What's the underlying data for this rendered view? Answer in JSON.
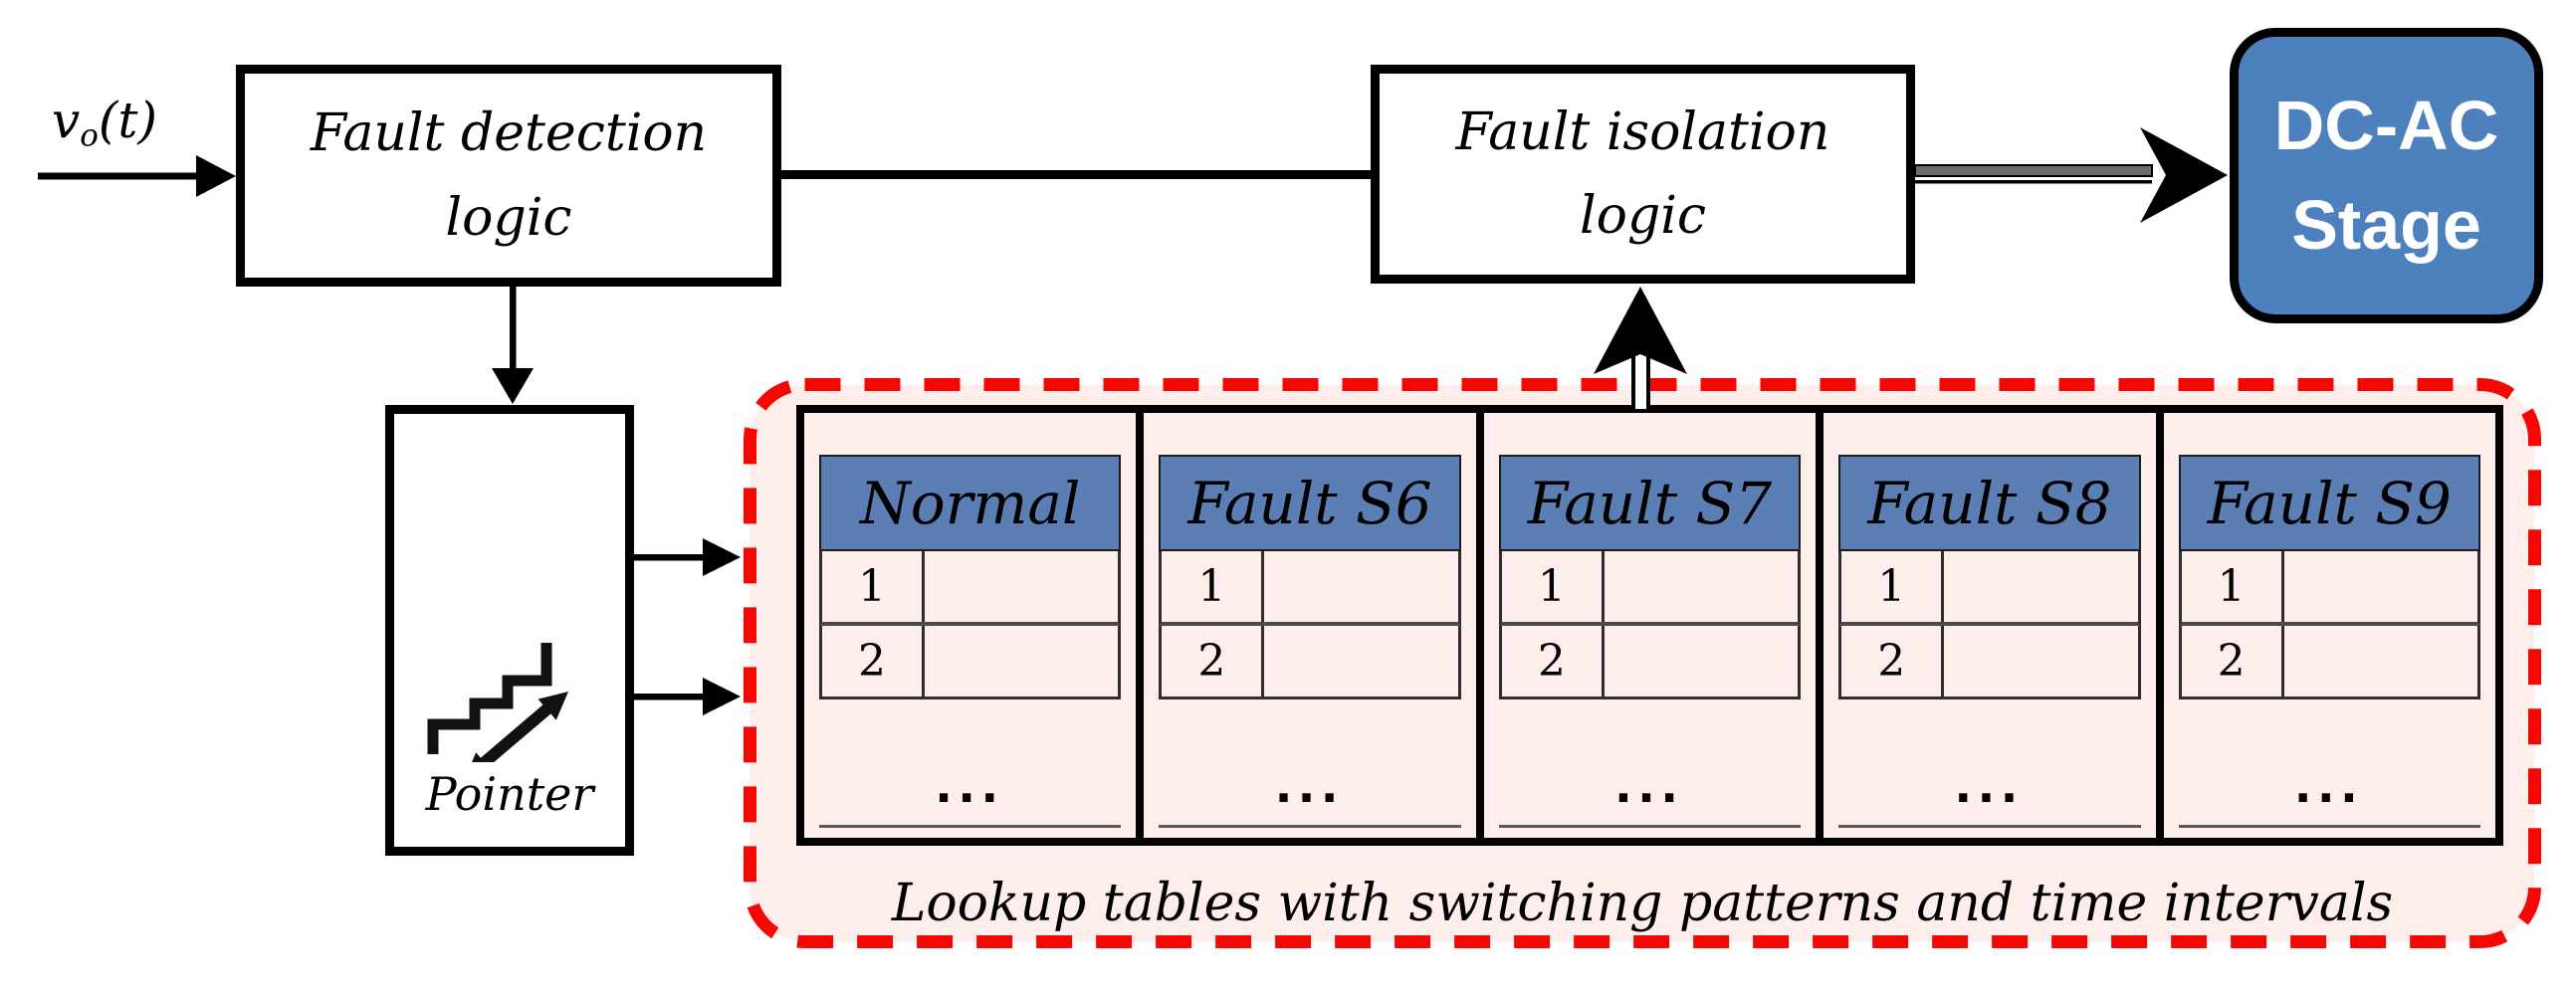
{
  "colors": {
    "dcac_blue": "#4d81bd",
    "table_header_blue": "#5b7fb4",
    "lookup_fill_pink": "#fdeeec",
    "dash_red": "#f50803",
    "line_black": "#000000"
  },
  "input_signal": {
    "base": "v",
    "subscript": "o",
    "suffix": "(t)"
  },
  "blocks": {
    "fault_detection": {
      "line1": "Fault detection",
      "line2": "logic"
    },
    "fault_isolation": {
      "line1": "Fault isolation",
      "line2": "logic"
    },
    "dc_ac": {
      "line1": "DC-AC",
      "line2": "Stage"
    },
    "pointer": {
      "label": "Pointer"
    }
  },
  "lookup": {
    "caption": "Lookup tables with switching patterns and time intervals",
    "tables": [
      {
        "title": "Normal",
        "row1": "1",
        "row2": "2",
        "ellipsis": "..."
      },
      {
        "title": "Fault S6",
        "row1": "1",
        "row2": "2",
        "ellipsis": "..."
      },
      {
        "title": "Fault S7",
        "row1": "1",
        "row2": "2",
        "ellipsis": "..."
      },
      {
        "title": "Fault S8",
        "row1": "1",
        "row2": "2",
        "ellipsis": "..."
      },
      {
        "title": "Fault S9",
        "row1": "1",
        "row2": "2",
        "ellipsis": "..."
      }
    ]
  }
}
